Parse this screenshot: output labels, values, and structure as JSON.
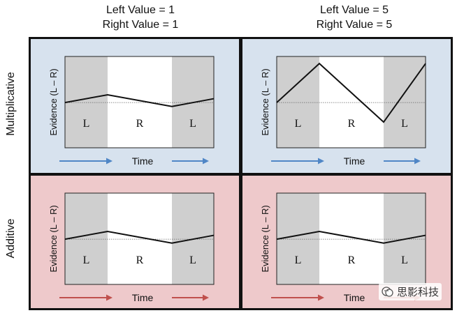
{
  "columns": [
    {
      "line1": "Left Value = 1",
      "line2": "Right Value = 1"
    },
    {
      "line1": "Left Value = 5",
      "line2": "Right Value = 5"
    }
  ],
  "rows": [
    {
      "label": "Multiplicative",
      "background": "#d7e2ee"
    },
    {
      "label": "Additive",
      "background": "#eec9cb"
    }
  ],
  "panel_text": {
    "ylabel": "Evidence (L – R)",
    "time_label": "Time",
    "segments": [
      "L",
      "R",
      "L"
    ]
  },
  "arrow_colors": {
    "multiplicative": "#4f86c6",
    "additive": "#c0504d"
  },
  "watermark": "思影科技",
  "panels": [
    {
      "row": 0,
      "col": 0,
      "evidence": [
        0.0,
        0.2,
        -0.1,
        0.1
      ],
      "arrow": "multiplicative"
    },
    {
      "row": 0,
      "col": 1,
      "evidence": [
        0.0,
        1.0,
        -0.5,
        1.0
      ],
      "arrow": "multiplicative"
    },
    {
      "row": 1,
      "col": 0,
      "evidence": [
        0.0,
        0.2,
        -0.1,
        0.1
      ],
      "arrow": "additive"
    },
    {
      "row": 1,
      "col": 1,
      "evidence": [
        0.0,
        0.2,
        -0.1,
        0.1
      ],
      "arrow": "additive"
    }
  ]
}
